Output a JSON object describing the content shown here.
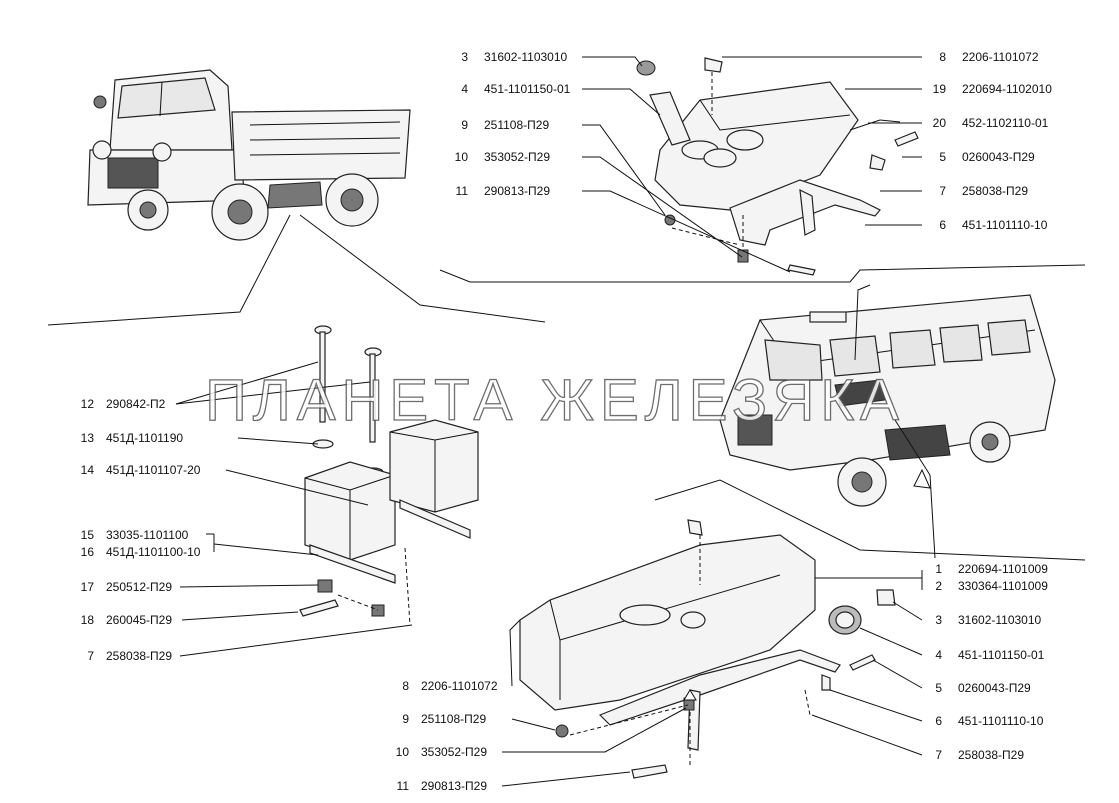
{
  "watermark": "ПЛАНЕТА ЖЕЛЕЗЯКА",
  "upper_tank_callouts": [
    {
      "num": "3",
      "code": "31602-1103010"
    },
    {
      "num": "4",
      "code": "451-1101150-01"
    },
    {
      "num": "9",
      "code": "251108-П29"
    },
    {
      "num": "10",
      "code": "353052-П29"
    },
    {
      "num": "11",
      "code": "290813-П29"
    },
    {
      "num": "8",
      "code": "2206-1101072"
    },
    {
      "num": "19",
      "code": "220694-1102010"
    },
    {
      "num": "20",
      "code": "452-1102110-01"
    },
    {
      "num": "5",
      "code": "0260043-П29"
    },
    {
      "num": "7",
      "code": "258038-П29"
    },
    {
      "num": "6",
      "code": "451-1101110-10"
    }
  ],
  "mount_callouts": [
    {
      "num": "12",
      "code": "290842-П2"
    },
    {
      "num": "13",
      "code": "451Д-1101190"
    },
    {
      "num": "14",
      "code": "451Д-1101107-20"
    },
    {
      "num": "15",
      "code": "33035-1101100"
    },
    {
      "num": "16",
      "code": "451Д-1101100-10"
    },
    {
      "num": "17",
      "code": "250512-П29"
    },
    {
      "num": "18",
      "code": "260045-П29"
    },
    {
      "num": "7",
      "code": "258038-П29"
    }
  ],
  "lower_tank_left_callouts": [
    {
      "num": "8",
      "code": "2206-1101072"
    },
    {
      "num": "9",
      "code": "251108-П29"
    },
    {
      "num": "10",
      "code": "353052-П29"
    },
    {
      "num": "11",
      "code": "290813-П29"
    }
  ],
  "lower_tank_right_callouts": [
    {
      "num": "1",
      "code": "220694-1101009"
    },
    {
      "num": "2",
      "code": "330364-1101009"
    },
    {
      "num": "3",
      "code": "31602-1103010"
    },
    {
      "num": "4",
      "code": "451-1101150-01"
    },
    {
      "num": "5",
      "code": "0260043-П29"
    },
    {
      "num": "6",
      "code": "451-1101110-10"
    },
    {
      "num": "7",
      "code": "258038-П29"
    }
  ]
}
